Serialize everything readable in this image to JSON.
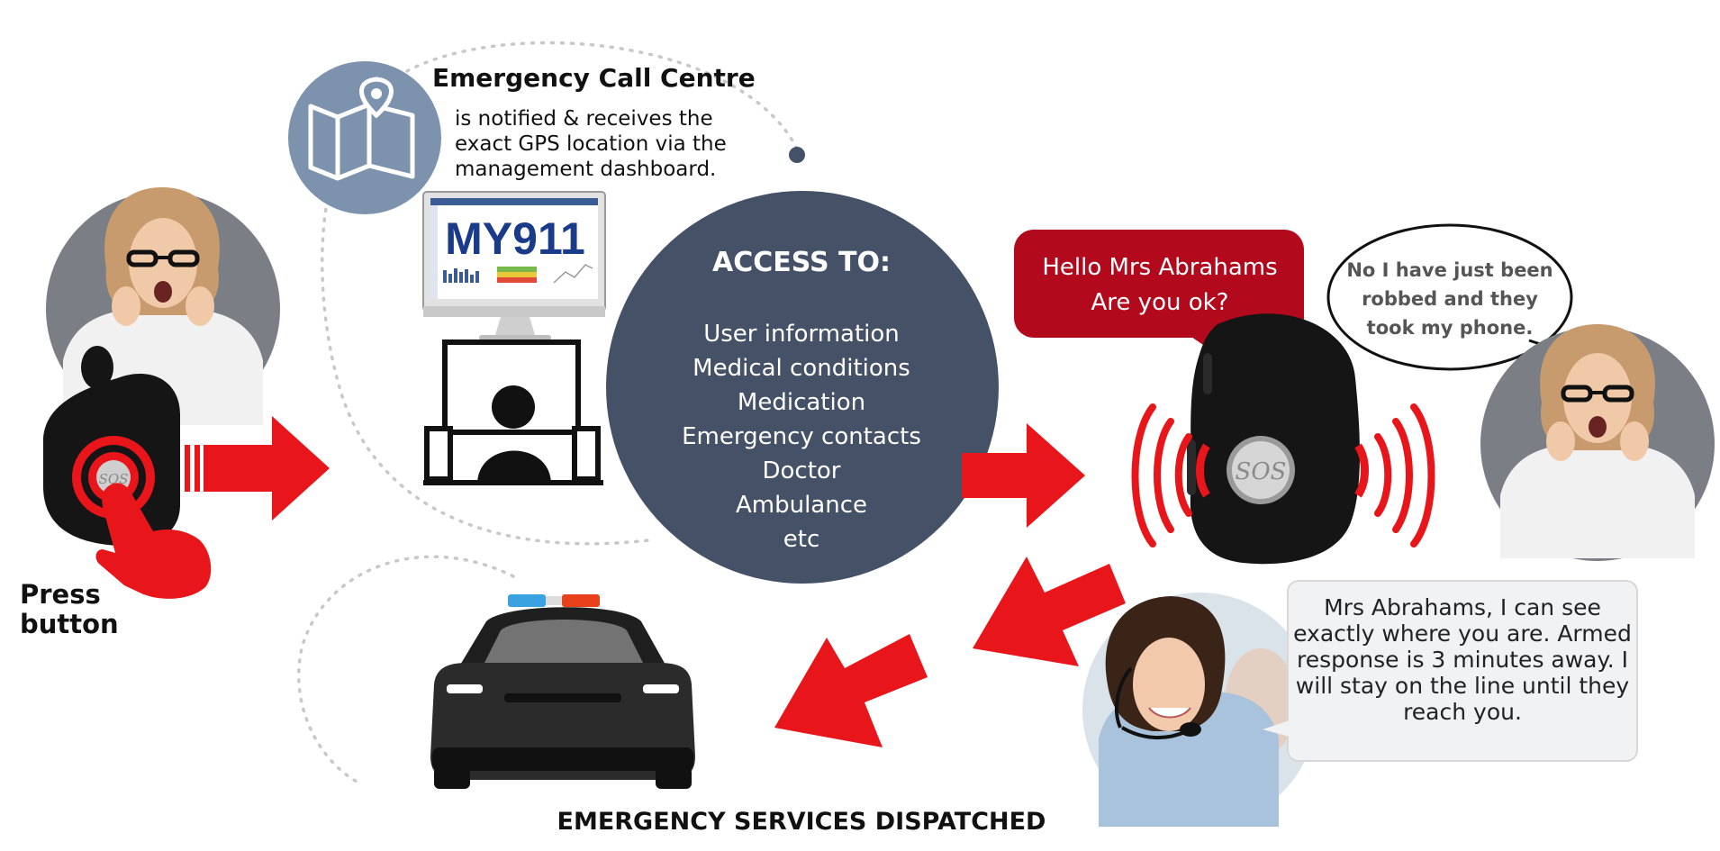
{
  "call_centre": {
    "title": "Emergency Call Centre",
    "description": "is notified & receives the exact GPS location via the management dashboard."
  },
  "dashboard": {
    "logo_text": "MY911"
  },
  "access": {
    "title": "ACCESS TO:",
    "items": [
      "User information",
      "Medical conditions",
      "Medication",
      "Emergency contacts",
      "Doctor",
      "Ambulance",
      "etc"
    ]
  },
  "press_button": {
    "line1": "Press",
    "line2": "button"
  },
  "device": {
    "button_label": "SOS"
  },
  "speech_operator": {
    "line1": "Hello Mrs Abrahams",
    "line2": "Are you ok?"
  },
  "speech_user": "No I have just been robbed and they took my phone.",
  "speech_reply": "Mrs Abrahams, I can see exactly where you are. Armed response is 3 minutes away. I will stay on the line until they reach you.",
  "footer": "EMERGENCY SERVICES DISPATCHED",
  "colors": {
    "accent_red": "#e8151b",
    "navy": "#455166",
    "map_blue": "#7d93ad"
  }
}
